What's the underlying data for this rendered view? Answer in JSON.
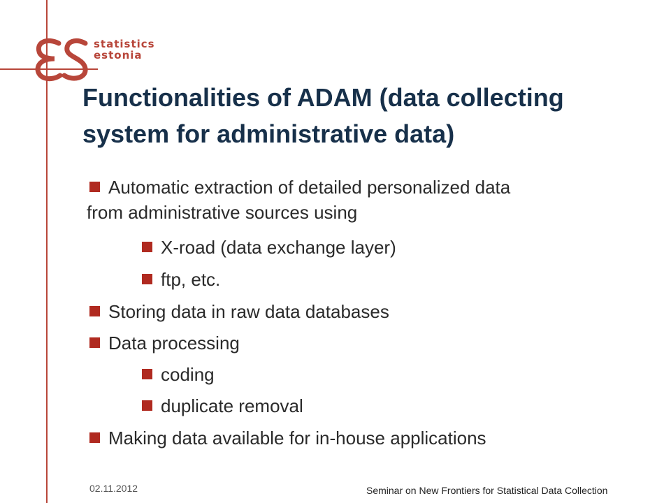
{
  "logo": {
    "mark_text": "ES",
    "line1": "statistics",
    "line2": "estonia",
    "color": "#b8463a"
  },
  "title": {
    "line1": "Functionalities of ADAM (data collecting",
    "line2": "system for administrative data)"
  },
  "bullets": [
    {
      "level": 1,
      "line1": "Automatic extraction of detailed personalized data",
      "line2": "from administrative sources using"
    },
    {
      "level": 2,
      "text": "X-road (data exchange layer)"
    },
    {
      "level": 2,
      "text": "ftp, etc."
    },
    {
      "level": 1,
      "text": "Storing data in raw data databases"
    },
    {
      "level": 1,
      "text": "Data processing"
    },
    {
      "level": 2,
      "text": "coding"
    },
    {
      "level": 2,
      "text": "duplicate removal"
    },
    {
      "level": 1,
      "text": "Making data available for in-house applications"
    }
  ],
  "footer": {
    "date": "02.11.2012",
    "text": "Seminar on New Frontiers for Statistical Data Collection"
  },
  "colors": {
    "title": "#17304a",
    "bullet": "#b02a20",
    "accent_line": "#b8463a"
  }
}
